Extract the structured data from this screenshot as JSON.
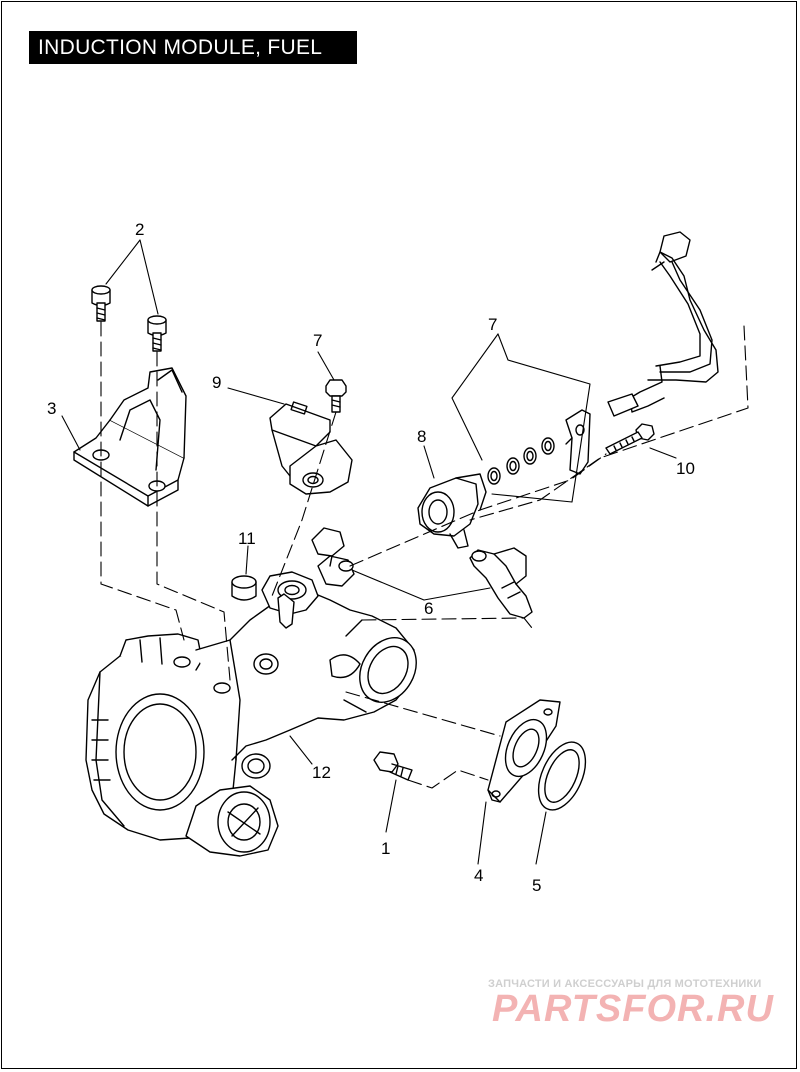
{
  "title": "INDUCTION MODULE, FUEL",
  "callouts": {
    "c1": "1",
    "c2": "2",
    "c3": "3",
    "c4": "4",
    "c5": "5",
    "c6": "6",
    "c7a": "7",
    "c7b": "7",
    "c8": "8",
    "c9": "9",
    "c10": "10",
    "c11": "11",
    "c12": "12"
  },
  "watermark": {
    "tagline": "ЗАПЧАСТИ И АКСЕССУАРЫ ДЛЯ МОТОТЕХНИКИ",
    "logo": "PARTSFOR.RU"
  },
  "colors": {
    "line": "#000000",
    "title_bg": "#000000",
    "title_text": "#ffffff",
    "watermark_logo": "#f3b3b3",
    "watermark_text": "#cfcfcf"
  }
}
